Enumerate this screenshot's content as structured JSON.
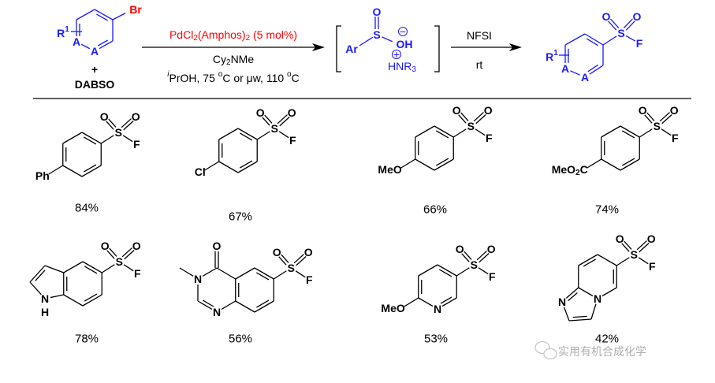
{
  "colors": {
    "blue": "#1a1aff",
    "red": "#ff0000",
    "black": "#000000",
    "watermark": "#9a9a9a"
  },
  "atoms": {
    "S": "S",
    "O": "O",
    "F": "F",
    "N": "N",
    "H": "H",
    "A": "A",
    "Br": "Br",
    "OH": "OH",
    "Ar": "Ar",
    "minus": "−",
    "plus": "+"
  },
  "scheme": {
    "reactant_r": [
      {
        "t": "R"
      },
      {
        "t": "1",
        "sup": true
      }
    ],
    "plus_sign": "+",
    "dabso": "DABSO",
    "catalyst": [
      {
        "t": "PdCl"
      },
      {
        "t": "2",
        "sub": true
      },
      {
        "t": "(Amphos)"
      },
      {
        "t": "2",
        "sub": true
      },
      {
        "t": " (5 mol%)"
      }
    ],
    "base": [
      {
        "t": "Cy"
      },
      {
        "t": "2",
        "sub": true
      },
      {
        "t": "NMe"
      }
    ],
    "solvent": [
      {
        "t": "i",
        "sup": true,
        "it": true
      },
      {
        "t": "PrOH, 75 "
      },
      {
        "t": "o",
        "sup": true
      },
      {
        "t": "C or μw, 110 "
      },
      {
        "t": "o",
        "sup": true
      },
      {
        "t": "C"
      }
    ],
    "amine": [
      {
        "t": "HNR"
      },
      {
        "t": "3",
        "sub": true
      }
    ],
    "reagent2": "NFSI",
    "conditions2": "rt",
    "product_r": [
      {
        "t": "R"
      },
      {
        "t": "1",
        "sup": true
      }
    ]
  },
  "products": [
    {
      "substituent": [
        {
          "t": "Ph"
        }
      ],
      "yield": "84%"
    },
    {
      "substituent": [
        {
          "t": "Cl"
        }
      ],
      "yield": "67%"
    },
    {
      "substituent": [
        {
          "t": "MeO"
        }
      ],
      "yield": "66%"
    },
    {
      "substituent": [
        {
          "t": "MeO"
        },
        {
          "t": "2",
          "sub": true
        },
        {
          "t": "C"
        }
      ],
      "yield": "74%"
    },
    {
      "substituent": [],
      "yield": "78%"
    },
    {
      "substituent": [],
      "yield": "56%"
    },
    {
      "substituent": [
        {
          "t": "MeO"
        }
      ],
      "yield": "53%"
    },
    {
      "substituent": [],
      "yield": "42%"
    }
  ],
  "watermark": {
    "text": "实用有机合成化学",
    "icon": "wechat-icon"
  }
}
